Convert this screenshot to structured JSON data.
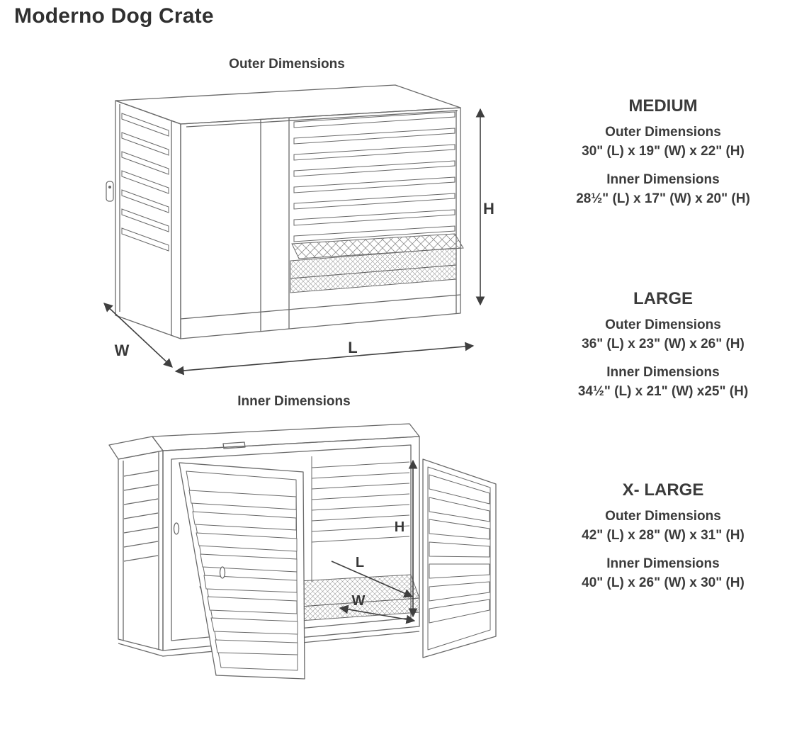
{
  "page": {
    "title": "Moderno Dog Crate"
  },
  "diagrams": {
    "outer": {
      "label": "Outer Dimensions",
      "dim_labels": {
        "h": "H",
        "w": "W",
        "l": "L"
      }
    },
    "inner": {
      "label": "Inner Dimensions",
      "dim_labels": {
        "h": "H",
        "w": "W",
        "l": "L"
      }
    }
  },
  "sizes": [
    {
      "name": "MEDIUM",
      "outer_label": "Outer Dimensions",
      "outer_value": "30\" (L)  x 19\" (W) x 22\" (H)",
      "inner_label": "Inner Dimensions",
      "inner_value": "28½\" (L)  x 17\" (W) x 20\" (H)"
    },
    {
      "name": "LARGE",
      "outer_label": "Outer Dimensions",
      "outer_value": "36\" (L)  x 23\" (W) x 26\" (H)",
      "inner_label": "Inner Dimensions",
      "inner_value": "34½\" (L)  x 21\" (W) x25\" (H)"
    },
    {
      "name": "X- LARGE",
      "outer_label": "Outer Dimensions",
      "outer_value": "42\" (L)  x 28\" (W) x 31\" (H)",
      "inner_label": "Inner Dimensions",
      "inner_value": "40\" (L)  x 26\" (W) x 30\" (H)"
    }
  ],
  "colors": {
    "text": "#3b3b3b",
    "line": "#6a6a6a",
    "arrow": "#3f3f3f",
    "background": "#ffffff"
  }
}
